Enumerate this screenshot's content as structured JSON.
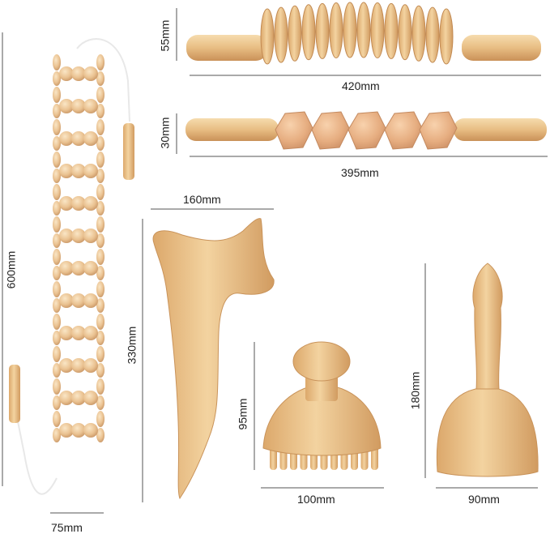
{
  "dimensions": {
    "bead_roller_length": "420mm",
    "bead_roller_height": "55mm",
    "cube_roller_length": "395mm",
    "cube_roller_height": "30mm",
    "bead_belt_length": "600mm",
    "bead_belt_width": "75mm",
    "gua_sha_width": "160mm",
    "gua_sha_height": "330mm",
    "mushroom_height": "95mm",
    "mushroom_width": "100mm",
    "cup_height": "180mm",
    "cup_width": "90mm"
  },
  "colors": {
    "wood_light": "#f0cf9c",
    "wood_mid": "#e2b57a",
    "wood_dark": "#c9935a",
    "cube_wood": "#e7b48a",
    "line": "#555555",
    "text": "#222222"
  }
}
